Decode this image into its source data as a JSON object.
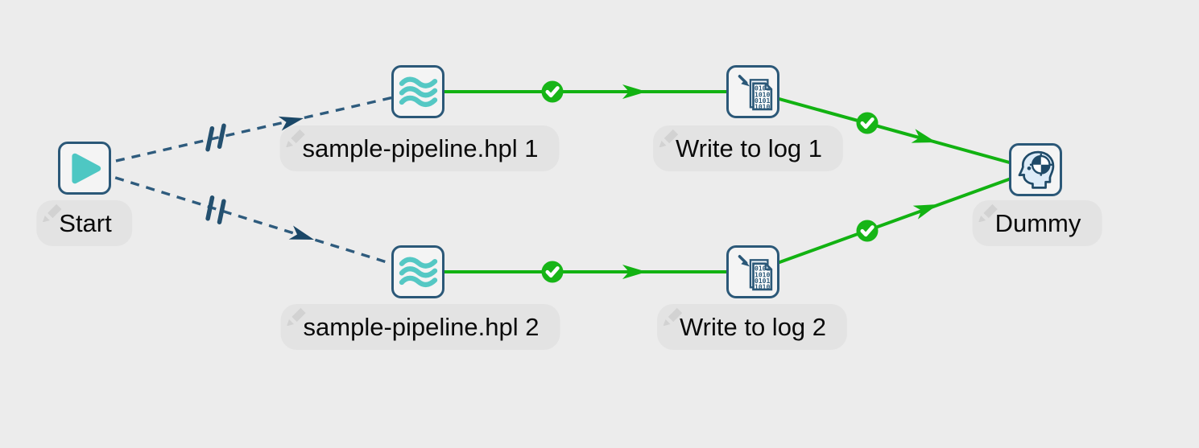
{
  "workflow": {
    "nodes": [
      {
        "id": "start",
        "label": "Start",
        "icon": "play-icon",
        "type": "start-action"
      },
      {
        "id": "pipeline-1",
        "label": "sample-pipeline.hpl 1",
        "icon": "pipeline-waves-icon",
        "type": "pipeline-action"
      },
      {
        "id": "write-log-1",
        "label": "Write to log 1",
        "icon": "binary-document-icon",
        "type": "write-to-log-action"
      },
      {
        "id": "pipeline-2",
        "label": "sample-pipeline.hpl 2",
        "icon": "pipeline-waves-icon",
        "type": "pipeline-action"
      },
      {
        "id": "write-log-2",
        "label": "Write to log 2",
        "icon": "binary-document-icon",
        "type": "write-to-log-action"
      },
      {
        "id": "dummy",
        "label": "Dummy",
        "icon": "head-target-icon",
        "type": "dummy-action"
      }
    ],
    "hops": [
      {
        "from": "Start",
        "to": "sample-pipeline.hpl 1",
        "line": "dashed",
        "marker": "unconditional-parallel-marks"
      },
      {
        "from": "Start",
        "to": "sample-pipeline.hpl 2",
        "line": "dashed",
        "marker": "unconditional-parallel-marks"
      },
      {
        "from": "sample-pipeline.hpl 1",
        "to": "Write to log 1",
        "line": "solid",
        "marker": "success-check"
      },
      {
        "from": "sample-pipeline.hpl 2",
        "to": "Write to log 2",
        "line": "solid",
        "marker": "success-check"
      },
      {
        "from": "Write to log 1",
        "to": "Dummy",
        "line": "solid",
        "marker": "success-check"
      },
      {
        "from": "Write to log 2",
        "to": "Dummy",
        "line": "solid",
        "marker": "success-check"
      }
    ],
    "binary_icon_rows": [
      "0101",
      "1010",
      "0101",
      "1010"
    ],
    "colors": {
      "canvas_bg": "#ececec",
      "node_border": "#2b5878",
      "node_bg": "#f4f4f4",
      "teal": "#4ec7c3",
      "green": "#12b212",
      "dashed_blue": "#2e5b7d",
      "arrow_navy": "#1a4767",
      "label_bg": "#e3e3e3",
      "label_text": "#0a0a0a"
    }
  }
}
